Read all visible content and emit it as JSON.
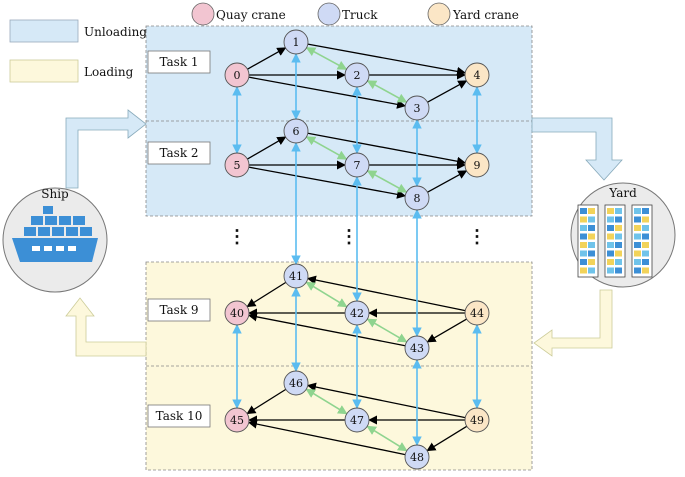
{
  "legend": {
    "quay_crane": "Quay crane",
    "truck": "Truck",
    "yard_crane": "Yard crane",
    "unloading": "Unloading",
    "loading": "Loading"
  },
  "labels": {
    "ship": "Ship",
    "yard": "Yard",
    "task1": "Task 1",
    "task2": "Task 2",
    "task9": "Task 9",
    "task10": "Task 10",
    "ellipsis": "⋮"
  },
  "colors": {
    "unloading_bg": "#d6e9f7",
    "loading_bg": "#fdf8dc",
    "quay_crane": "#f2c5d1",
    "truck": "#cfdaf5",
    "yard_crane": "#fbe6c6",
    "green_arrow": "#8fd48f",
    "blue_arrow": "#5bbcf0",
    "black_arrow": "#000000"
  },
  "nodes": {
    "n0": "0",
    "n1": "1",
    "n2": "2",
    "n3": "3",
    "n4": "4",
    "n5": "5",
    "n6": "6",
    "n7": "7",
    "n8": "8",
    "n9": "9",
    "n40": "40",
    "n41": "41",
    "n42": "42",
    "n43": "43",
    "n44": "44",
    "n45": "45",
    "n46": "46",
    "n47": "47",
    "n48": "48",
    "n49": "49"
  }
}
